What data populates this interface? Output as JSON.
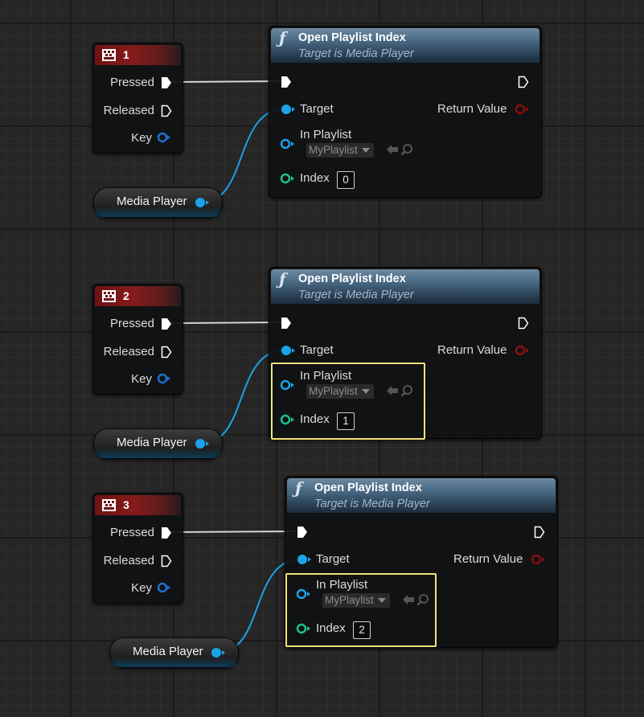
{
  "colors": {
    "exec": "#ffffff",
    "object_pin": "#1aa3e8",
    "integer_pin": "#1fbf8f",
    "key_pin": "#1e6fd0",
    "return_pin": "#8a0f0f",
    "key_header": "#861b1b",
    "function_header": "#4a6a85",
    "selection": "#f2e27a"
  },
  "groups": [
    {
      "key_event": {
        "key_label": "1",
        "pins": [
          "Pressed",
          "Released",
          "Key"
        ]
      },
      "variable": {
        "label": "Media Player"
      },
      "function_node": {
        "title": "Open Playlist Index",
        "subtitle": "Target is Media Player",
        "target_label": "Target",
        "return_label": "Return Value",
        "playlist_label": "In Playlist",
        "playlist_value": "MyPlaylist",
        "index_label": "Index",
        "index_value": "0",
        "selected": false
      }
    },
    {
      "key_event": {
        "key_label": "2",
        "pins": [
          "Pressed",
          "Released",
          "Key"
        ]
      },
      "variable": {
        "label": "Media Player"
      },
      "function_node": {
        "title": "Open Playlist Index",
        "subtitle": "Target is Media Player",
        "target_label": "Target",
        "return_label": "Return Value",
        "playlist_label": "In Playlist",
        "playlist_value": "MyPlaylist",
        "index_label": "Index",
        "index_value": "1",
        "selected": true
      }
    },
    {
      "key_event": {
        "key_label": "3",
        "pins": [
          "Pressed",
          "Released",
          "Key"
        ]
      },
      "variable": {
        "label": "Media Player"
      },
      "function_node": {
        "title": "Open Playlist Index",
        "subtitle": "Target is Media Player",
        "target_label": "Target",
        "return_label": "Return Value",
        "playlist_label": "In Playlist",
        "playlist_value": "MyPlaylist",
        "index_label": "Index",
        "index_value": "2",
        "selected": true
      }
    }
  ]
}
